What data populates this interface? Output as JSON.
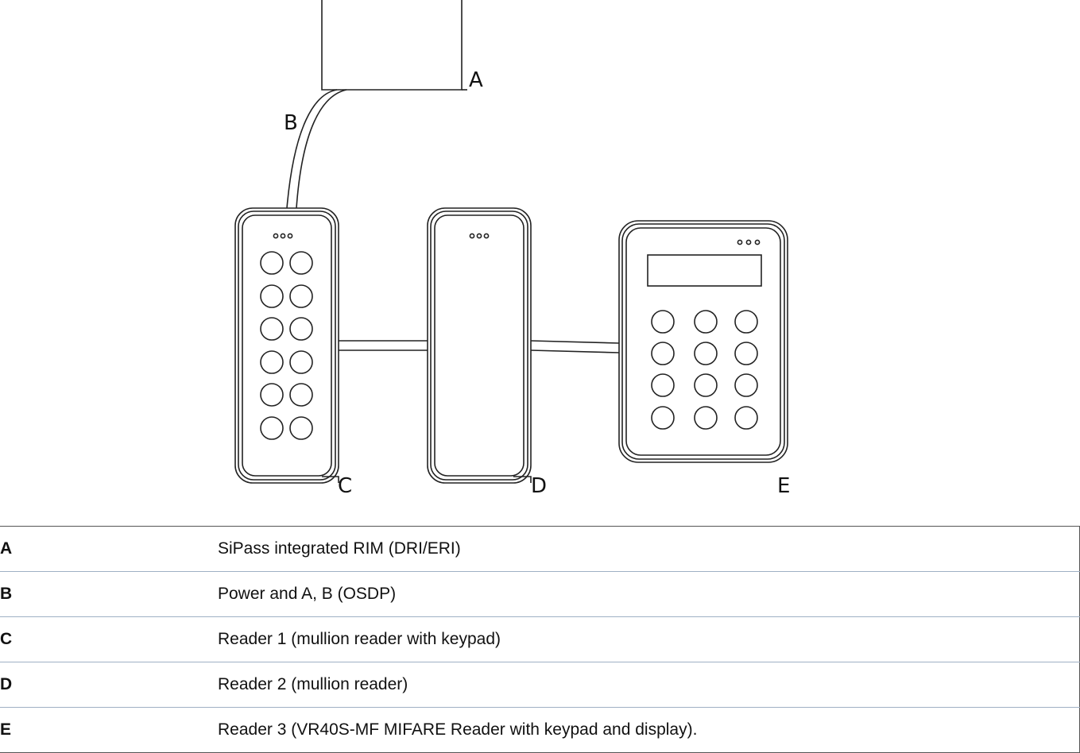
{
  "diagram": {
    "labels": {
      "a": "A",
      "b": "B",
      "c": "C",
      "d": "D",
      "e": "E"
    }
  },
  "legend": [
    {
      "key": "A",
      "description": "SiPass integrated RIM (DRI/ERI)"
    },
    {
      "key": "B",
      "description": "Power and A, B (OSDP)"
    },
    {
      "key": "C",
      "description": "Reader 1 (mullion reader with keypad)"
    },
    {
      "key": "D",
      "description": "Reader 2 (mullion reader)"
    },
    {
      "key": "E",
      "description": "Reader 3 (VR40S-MF MIFARE Reader with keypad and display)."
    }
  ]
}
